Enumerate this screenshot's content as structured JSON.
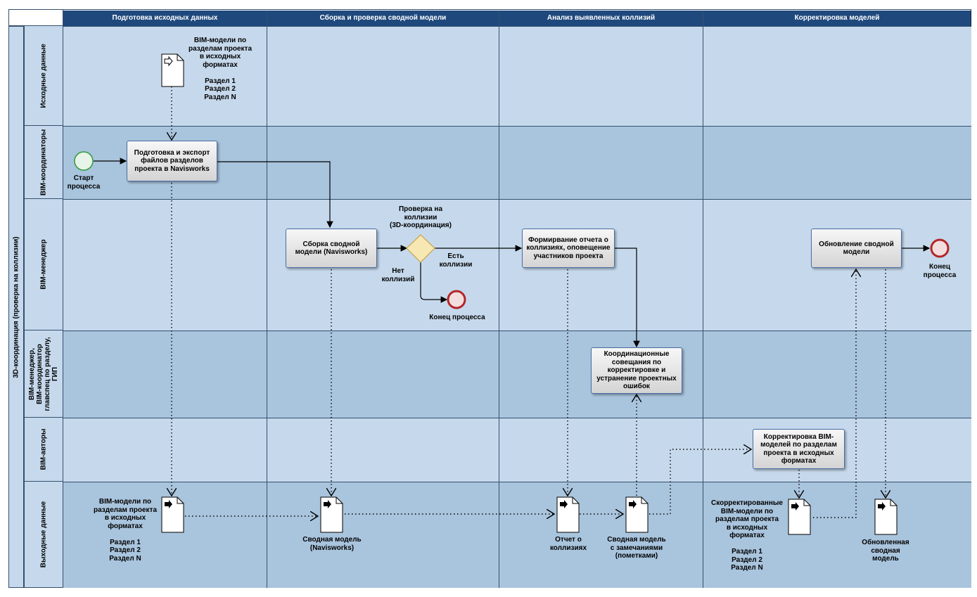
{
  "pool": {
    "label": "3D-координация (проверка на коллизии)"
  },
  "phases": [
    "Подготовка исходных данных",
    "Сборка и проверка сводной модели",
    "Анализ выявленных коллизий",
    "Корректировка моделей"
  ],
  "lanes": [
    {
      "label": "Исходные данные"
    },
    {
      "label": "BIM-координаторы"
    },
    {
      "label": "BIM-менеджер"
    },
    {
      "label": "BIM-менеджер,\nBIM-координатор\nглавспец по разделу,\nГИП"
    },
    {
      "label": "BIM-авторы"
    },
    {
      "label": "Выходные данные"
    }
  ],
  "events": {
    "start": "Старт\nпроцесса",
    "end_no_collisions": "Конец процесса",
    "end_final": "Конец\nпроцесса"
  },
  "tasks": {
    "export": "Подготовка и экспорт файлов разделов проекта в Navisworks",
    "assembly": "Сборка сводной модели (Navisworks)",
    "report": "Формирвание отчета о коллизиях, оповещение участников проекта",
    "meetings": "Координационные совещания по корректировке и устранение проектных ошибок",
    "correction": "Корректировка BIM-моделей по разделам проекта в исходных форматах",
    "update": "Обновление сводной модели"
  },
  "gateway": {
    "label": "Проверка на\nколлизии\n(3D-координация)",
    "yes": "Есть\nколлизии",
    "no": "Нет\nколлизий"
  },
  "data_objects": {
    "input": "BIM-модели по\nразделам проекта\nв исходных\nформатах\n\nРаздел 1\nРаздел 2\nРаздел N",
    "output_models": "BIM-модели по\nразделам проекта\nв исходных\nформатах\n\nРаздел 1\nРаздел 2\nРаздел N",
    "summary_model": "Сводная модель\n(Navisworks)",
    "collision_report": "Отчет о\nколлизиях",
    "summary_with_notes": "Сводная модель\nс замечаниями\n(пометками)",
    "corrected_models": "Скорректированные\nBIM-модели по\nразделам проекта\nв исходных\nформатах\n\nРаздел 1\nРаздел 2\nРаздел N",
    "updated_model": "Обновленная\nсводная\nмодель"
  },
  "colors": {
    "header": "#1f497d",
    "lane_light": "#c6d9ec",
    "lane_dark": "#a9c4dd",
    "start_event": "#2e9b3a",
    "end_event": "#b3262a",
    "gateway": "#f6e7b3"
  }
}
